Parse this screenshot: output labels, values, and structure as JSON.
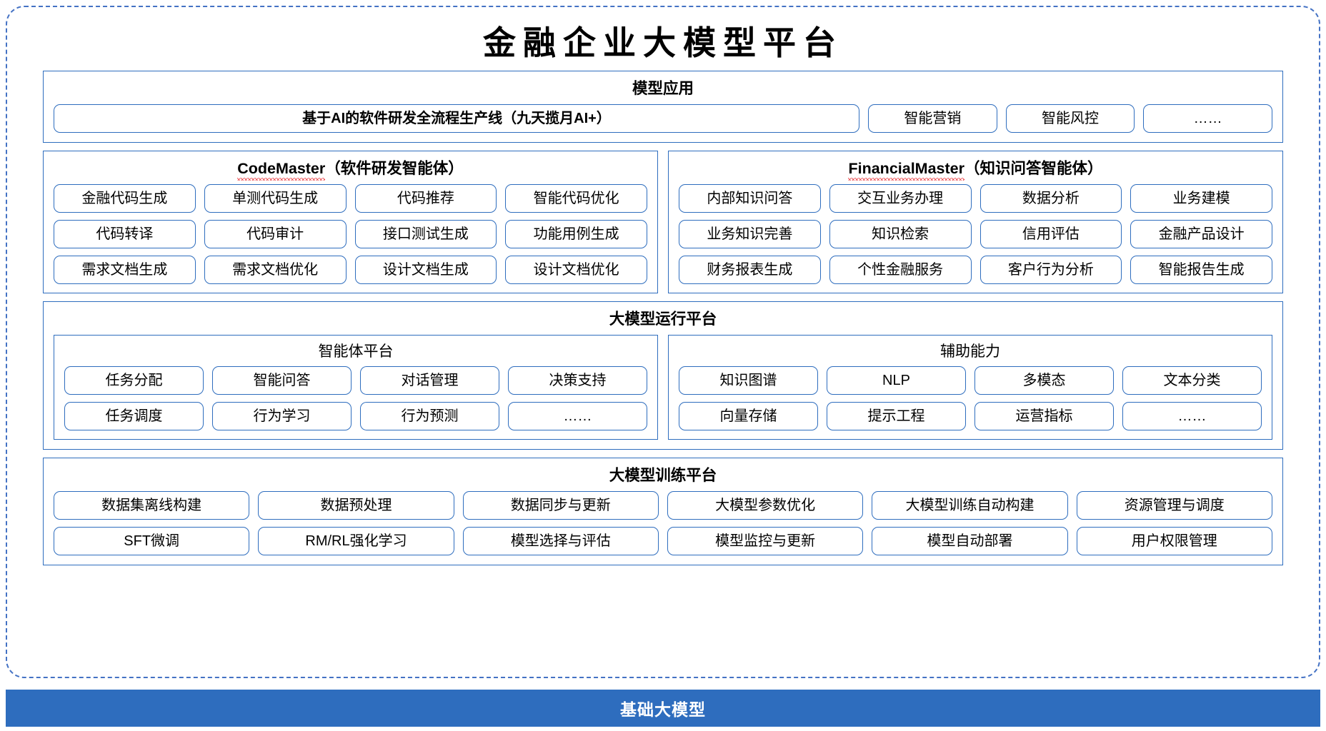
{
  "title": "金融企业大模型平台",
  "colors": {
    "border_blue": "#2E6DBE",
    "dashed_blue": "#4472C4",
    "base_bar_blue": "#2E6DBE",
    "spellcheck_red": "#E8262B",
    "text_black": "#000000",
    "base_bar_text": "#FFFFFF"
  },
  "sections": {
    "apps": {
      "title": "模型应用",
      "pipeline": "基于AI的软件研发全流程生产线（九天揽月AI+）",
      "items": [
        "智能营销",
        "智能风控",
        "……"
      ]
    },
    "code_master": {
      "title_latin": "CodeMaster",
      "title_cn": "（软件研发智能体）",
      "rows": [
        [
          "金融代码生成",
          "单测代码生成",
          "代码推荐",
          "智能代码优化"
        ],
        [
          "代码转译",
          "代码审计",
          "接口测试生成",
          "功能用例生成"
        ],
        [
          "需求文档生成",
          "需求文档优化",
          "设计文档生成",
          "设计文档优化"
        ]
      ]
    },
    "financial_master": {
      "title_latin": "FinancialMaster",
      "title_cn": "（知识问答智能体）",
      "rows": [
        [
          "内部知识问答",
          "交互业务办理",
          "数据分析",
          "业务建模"
        ],
        [
          "业务知识完善",
          "知识检索",
          "信用评估",
          "金融产品设计"
        ],
        [
          "财务报表生成",
          "个性金融服务",
          "客户行为分析",
          "智能报告生成"
        ]
      ]
    },
    "runtime": {
      "title": "大模型运行平台",
      "agent_platform": {
        "title": "智能体平台",
        "rows": [
          [
            "任务分配",
            "智能问答",
            "对话管理",
            "决策支持"
          ],
          [
            "任务调度",
            "行为学习",
            "行为预测",
            "……"
          ]
        ]
      },
      "support_ability": {
        "title": "辅助能力",
        "rows": [
          [
            "知识图谱",
            "NLP",
            "多模态",
            "文本分类"
          ],
          [
            "向量存储",
            "提示工程",
            "运营指标",
            "……"
          ]
        ]
      }
    },
    "training": {
      "title": "大模型训练平台",
      "rows": [
        [
          "数据集离线构建",
          "数据预处理",
          "数据同步与更新",
          "大模型参数优化",
          "大模型训练自动构建",
          "资源管理与调度"
        ],
        [
          "SFT微调",
          "RM/RL强化学习",
          "模型选择与评估",
          "模型监控与更新",
          "模型自动部署",
          "用户权限管理"
        ]
      ]
    }
  },
  "base_bar": {
    "label": "基础大模型"
  }
}
